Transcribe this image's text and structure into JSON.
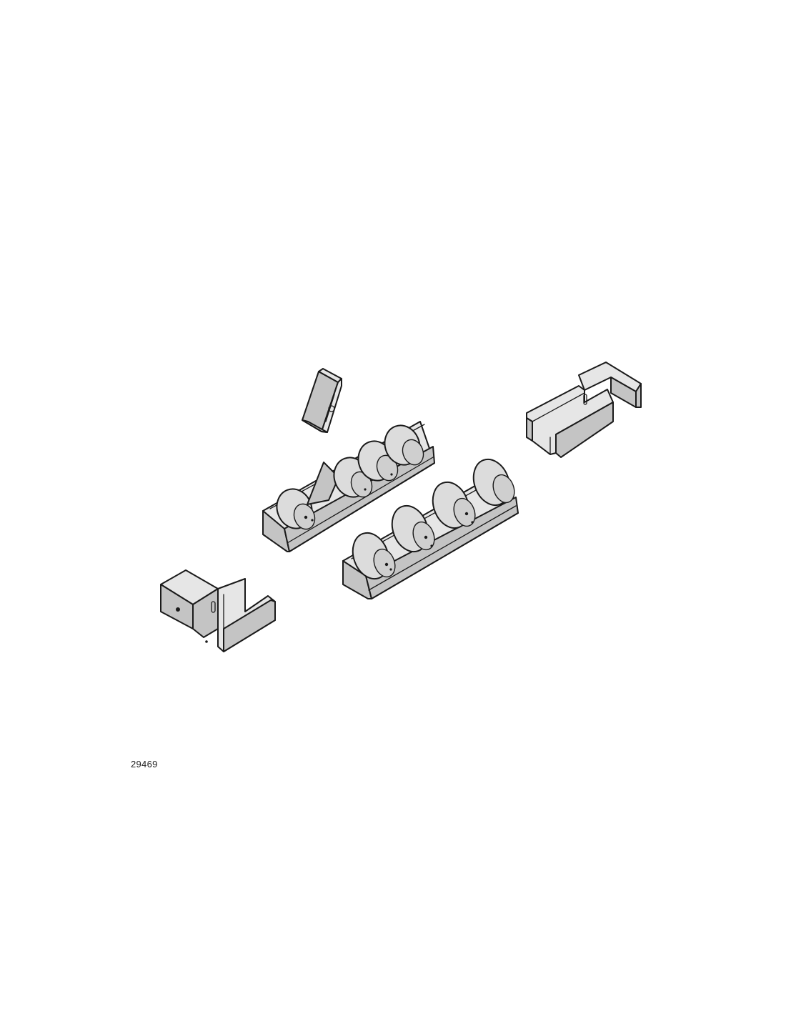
{
  "drawing": {
    "number": "29469",
    "parts": [
      "small-wedge-bracket",
      "roller-track-upper",
      "roller-track-lower",
      "end-cap-right",
      "end-cap-left"
    ]
  }
}
